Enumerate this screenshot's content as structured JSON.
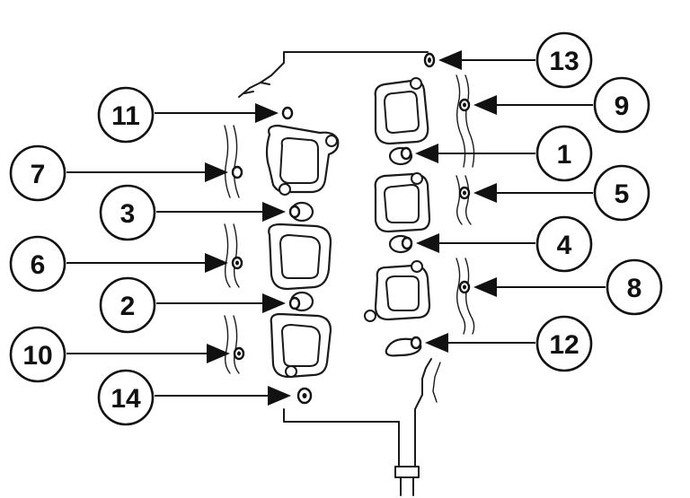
{
  "figure": {
    "description_visible": "",
    "callouts": [
      {
        "id": "c13",
        "label": "13"
      },
      {
        "id": "c9",
        "label": "9"
      },
      {
        "id": "c11",
        "label": "11"
      },
      {
        "id": "c1",
        "label": "1"
      },
      {
        "id": "c7",
        "label": "7"
      },
      {
        "id": "c5",
        "label": "5"
      },
      {
        "id": "c3",
        "label": "3"
      },
      {
        "id": "c4",
        "label": "4"
      },
      {
        "id": "c6",
        "label": "6"
      },
      {
        "id": "c8",
        "label": "8"
      },
      {
        "id": "c2",
        "label": "2"
      },
      {
        "id": "c12",
        "label": "12"
      },
      {
        "id": "c10",
        "label": "10"
      },
      {
        "id": "c14",
        "label": "14"
      }
    ]
  }
}
